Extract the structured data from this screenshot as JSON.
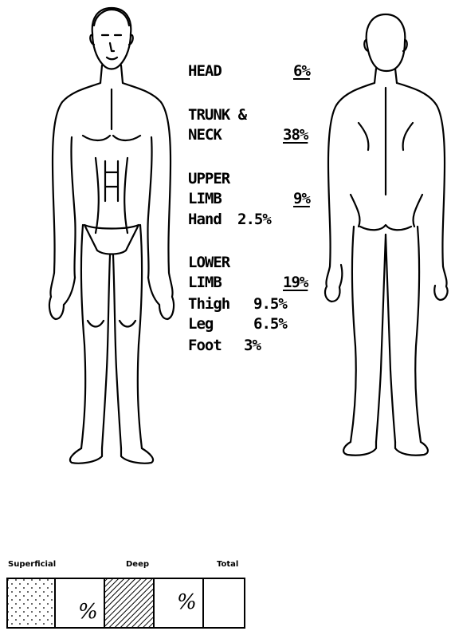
{
  "regions": {
    "head": {
      "label": "HEAD",
      "value": "6%"
    },
    "trunk": {
      "label_line1": "TRUNK &",
      "label_line2": "NECK",
      "value": "38%"
    },
    "upper_limb": {
      "label_line1": "UPPER",
      "label_line2": "LIMB",
      "value": "9%",
      "hand_label": "Hand",
      "hand_value": "2.5%"
    },
    "lower_limb": {
      "label_line1": "LOWER",
      "label_line2": "LIMB",
      "value": "19%",
      "thigh_label": "Thigh",
      "thigh_value": "9.5%",
      "leg_label": "Leg",
      "leg_value": "6.5%",
      "foot_label": "Foot",
      "foot_value": "3%"
    }
  },
  "legend": {
    "superficial": "Superficial",
    "deep": "Deep",
    "total": "Total",
    "superficial_unit": "%",
    "deep_unit": "%"
  }
}
